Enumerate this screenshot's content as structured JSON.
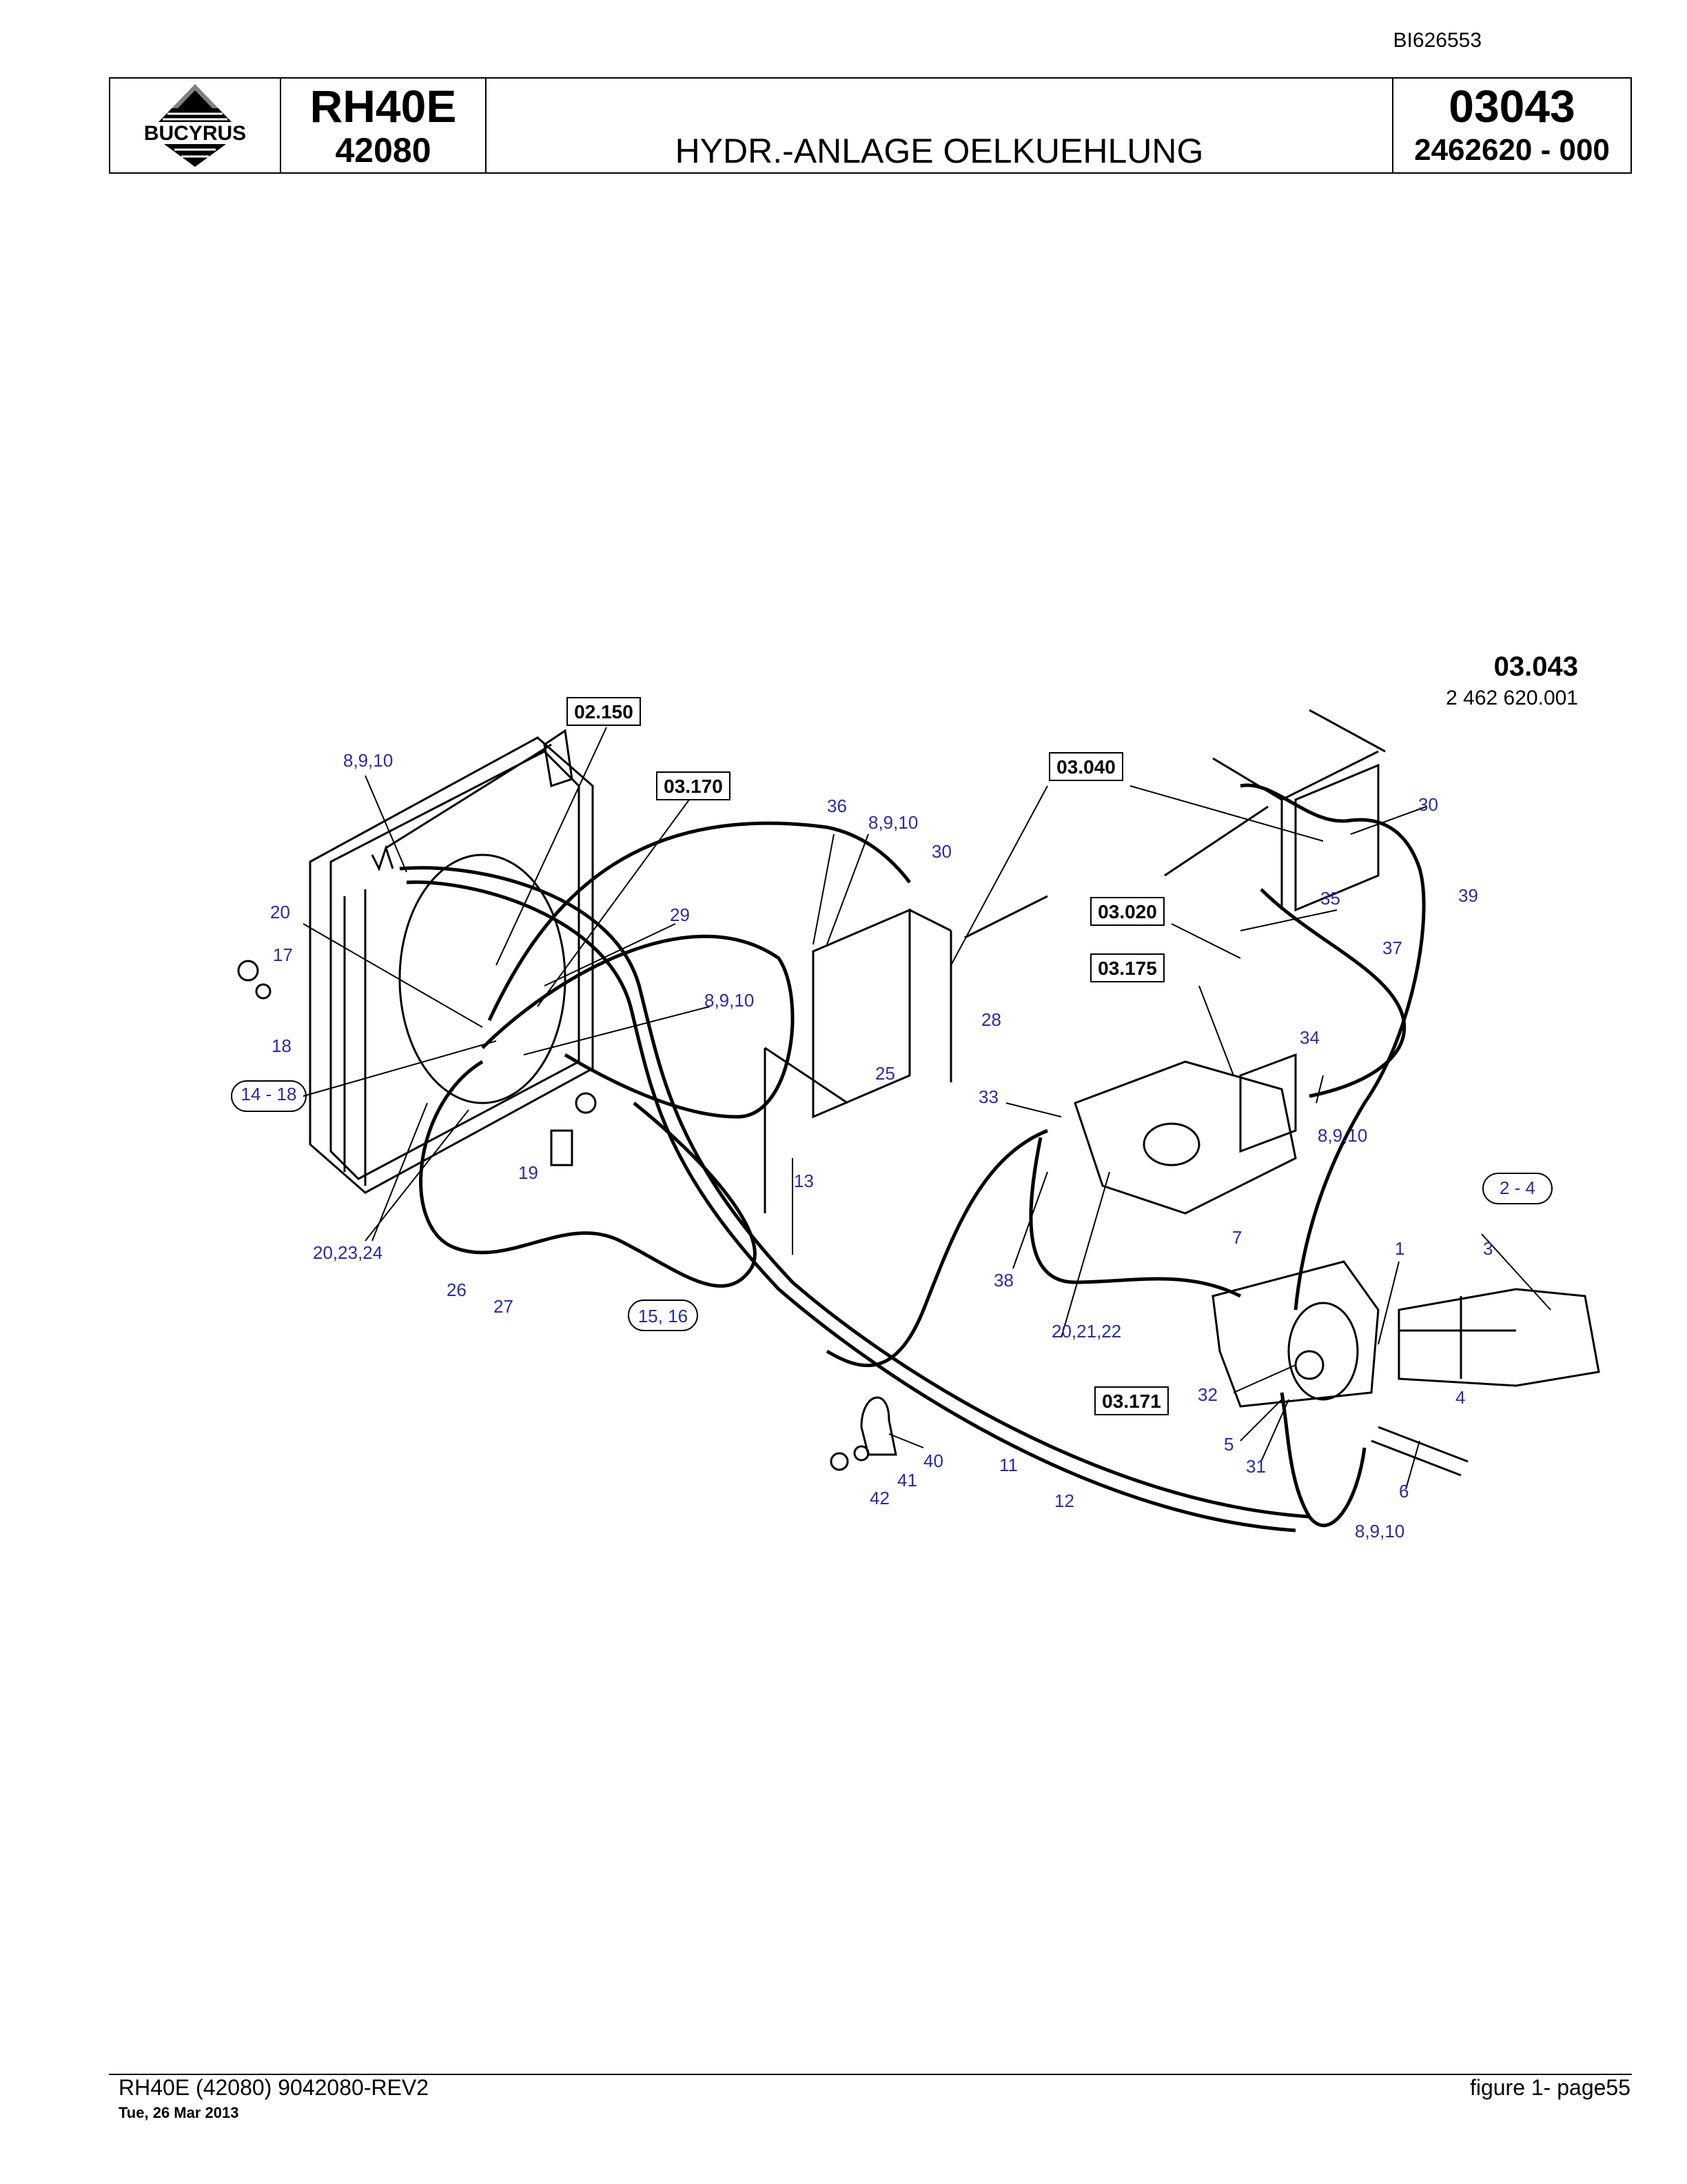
{
  "document_id": "BI626553",
  "header": {
    "brand": "BUCYRUS",
    "model": "RH40E",
    "serial": "42080",
    "title": "HYDR.-ANLAGE OELKUEHLUNG",
    "group_code": "03043",
    "drawing_number": "2462620  - 000"
  },
  "diagram": {
    "figure_code": "03.043",
    "figure_drawing": "2 462 620.001",
    "ref_boxes": [
      "02.150",
      "03.170",
      "03.040",
      "03.020",
      "03.175",
      "03.171"
    ],
    "callouts": [
      "8,9,10",
      "20",
      "17",
      "18",
      "14 - 18",
      "29",
      "36",
      "8,9,10",
      "30",
      "8,9,10",
      "28",
      "25",
      "13",
      "19",
      "20,23,24",
      "26",
      "27",
      "15, 16",
      "30",
      "35",
      "39",
      "37",
      "34",
      "33",
      "8,9,10",
      "2 - 4",
      "3",
      "4",
      "1",
      "7",
      "38",
      "20,21,22",
      "32",
      "5",
      "31",
      "6",
      "8,9,10",
      "40",
      "41",
      "42",
      "11",
      "12"
    ]
  },
  "footer": {
    "left": "RH40E (42080) 9042080-REV2",
    "date": "Tue, 26 Mar 2013",
    "right": "figure  1- page55"
  }
}
